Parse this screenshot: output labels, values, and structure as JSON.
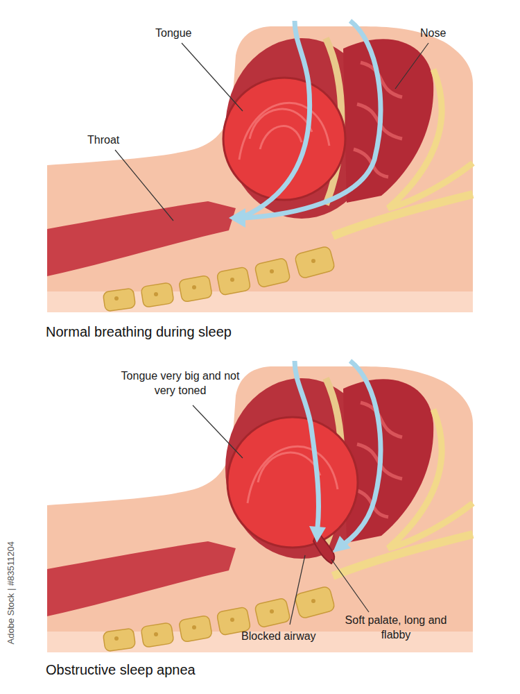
{
  "diagram": {
    "labels": [
      "Tongue",
      "Nose",
      "Throat",
      "Normal breathing during sleep",
      "Tongue very big and not very toned",
      "Blocked airway",
      "Soft palate, long and flabby",
      "Obstructive sleep apnea",
      "Adobe Stock | #83511204"
    ]
  }
}
